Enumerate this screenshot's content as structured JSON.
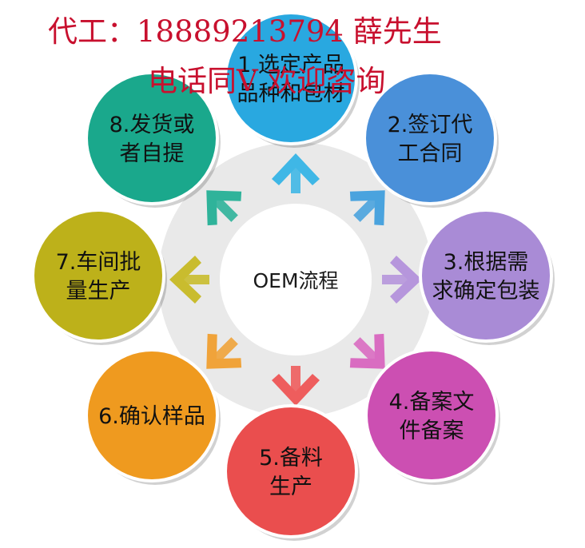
{
  "header": {
    "line1": "代工：18889213794    薛先生",
    "line2": "电话同V   欢迎咨询",
    "color": "#c8102e"
  },
  "center": {
    "label": "OEM流程",
    "ring_color": "#e9e9e9"
  },
  "steps": [
    {
      "lines": [
        "1.选定产品",
        "品种和包材"
      ],
      "color": "#29a8e0"
    },
    {
      "lines": [
        "2.签订代",
        "工合同"
      ],
      "color": "#4a90d9"
    },
    {
      "lines": [
        "3.根据需",
        "求确定包装"
      ],
      "color": "#a98bd6"
    },
    {
      "lines": [
        "4.备案文",
        "件备案"
      ],
      "color": "#cc4fb2"
    },
    {
      "lines": [
        "5.备料",
        "生产"
      ],
      "color": "#ea4e4e"
    },
    {
      "lines": [
        "6.确认样品"
      ],
      "color": "#ef9a1f"
    },
    {
      "lines": [
        "7.车间批",
        "量生产"
      ],
      "color": "#bdb11a"
    },
    {
      "lines": [
        "8.发货或",
        "者自提"
      ],
      "color": "#1aa88c"
    }
  ],
  "arrow_colors": [
    "#3fb7e6",
    "#4aa3de",
    "#b696dc",
    "#d96cc1",
    "#ee5d5d",
    "#f0a33a",
    "#c9bc2e",
    "#2fb39a"
  ]
}
